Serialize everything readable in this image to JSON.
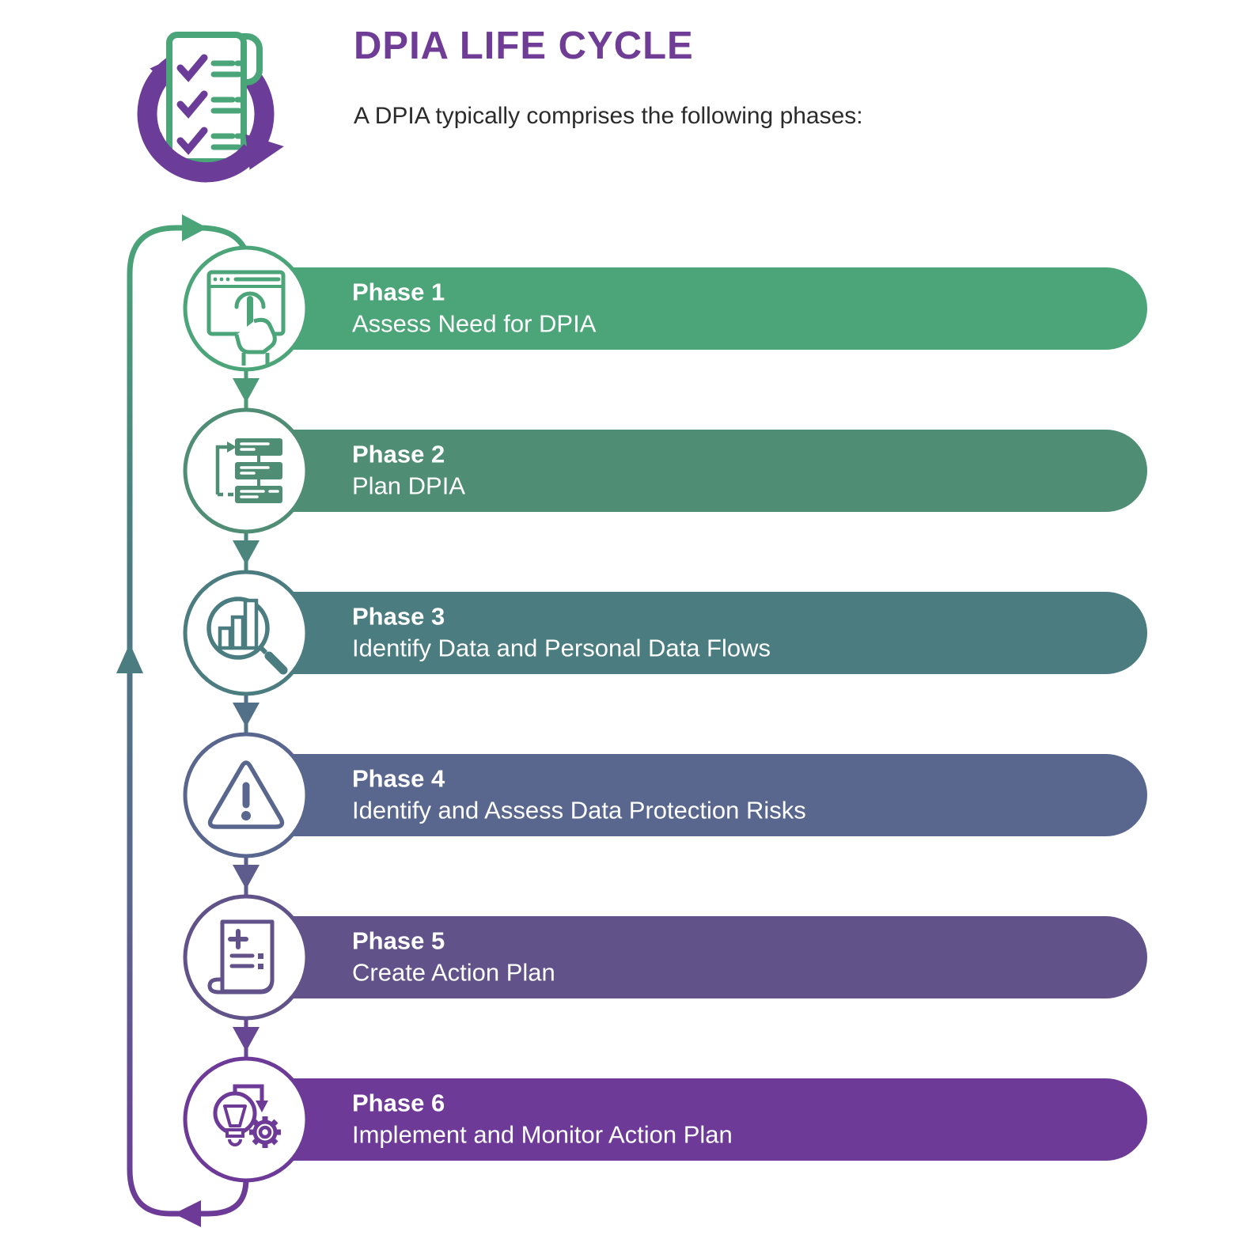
{
  "header": {
    "title": "DPIA LIFE CYCLE",
    "subtitle": "A DPIA typically comprises the following phases:",
    "icon": "cycle-checklist-icon"
  },
  "colors": {
    "brand_purple": "#6f3c96",
    "icon_purple": "#6b3d98",
    "icon_green": "#4aa578",
    "text_dark": "#2b2b2b",
    "bar_text": "#ffffff",
    "background": "#ffffff"
  },
  "diagram": {
    "rail_gradient": [
      "#4aa578",
      "#4a7c80",
      "#59678f",
      "#6d3a97"
    ],
    "connector_colors": [
      "#4c9a77",
      "#4c857c",
      "#527188",
      "#5d5c8c",
      "#674794"
    ],
    "phases": [
      {
        "label": "Phase 1",
        "title": "Assess Need for DPIA",
        "color": "#4ba578",
        "icon": "browser-tap-icon"
      },
      {
        "label": "Phase 2",
        "title": "Plan DPIA",
        "color": "#4f8d74",
        "icon": "flowchart-icon"
      },
      {
        "label": "Phase 3",
        "title": "Identify Data and Personal Data Flows",
        "color": "#4a7c80",
        "icon": "magnifier-chart-icon"
      },
      {
        "label": "Phase 4",
        "title": "Identify and Assess Data Protection Risks",
        "color": "#59678f",
        "icon": "warning-triangle-icon"
      },
      {
        "label": "Phase 5",
        "title": "Create Action Plan",
        "color": "#615289",
        "icon": "action-plan-document-icon"
      },
      {
        "label": "Phase 6",
        "title": "Implement and Monitor Action Plan",
        "color": "#6d3a97",
        "icon": "bulb-gear-icon"
      }
    ]
  }
}
